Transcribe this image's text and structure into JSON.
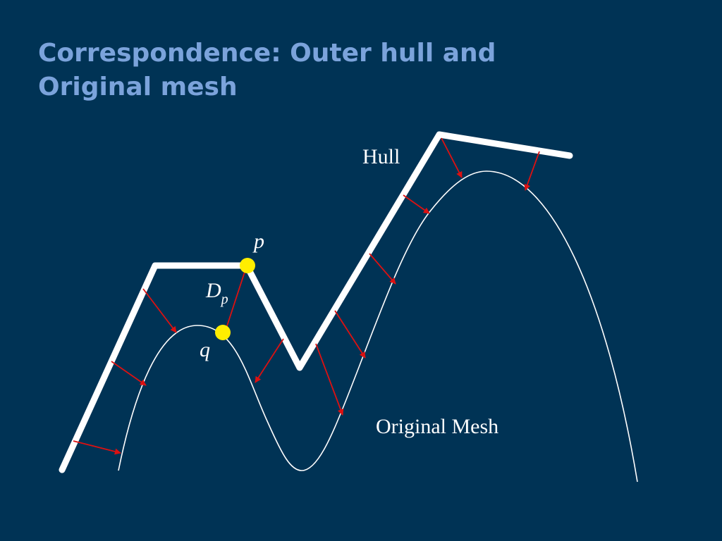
{
  "slide": {
    "title": "Correspondence: Outer hull and\nOriginal mesh"
  },
  "labels": {
    "hull": "Hull",
    "original_mesh": "Original Mesh",
    "p": "p",
    "q": "q",
    "dp_main": "D",
    "dp_sub": "p"
  },
  "colors": {
    "background": "#003355",
    "title": "#7BA3DB",
    "hull": "#ffffff",
    "mesh": "#ffffff",
    "arrow": "#dd1111",
    "point": "#ffee00"
  }
}
